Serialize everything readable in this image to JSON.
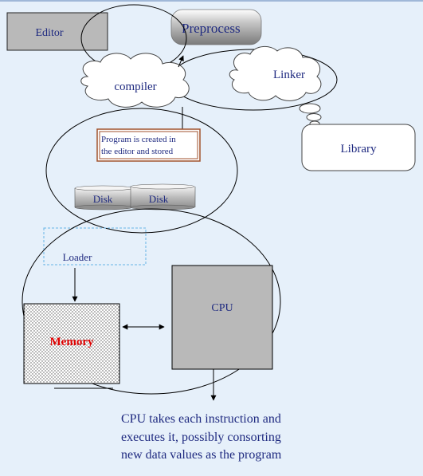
{
  "labels": {
    "editor": "Editor",
    "preprocessor": "Preprocess",
    "compiler": "compiler",
    "linker": "Linker",
    "library": "Library",
    "program_line1": "Program is created in",
    "program_line2": "the  editor  and  stored",
    "disk1": "Disk",
    "disk2": "Disk",
    "loader": "Loader",
    "memory": "Memory",
    "cpu": "CPU"
  },
  "caption": {
    "line1": "CPU takes each instruction and",
    "line2": "executes it, possibly consorting",
    "line3": "new data values as the program"
  },
  "colors": {
    "background": "#e6f0fa",
    "memory_text": "#e00000",
    "caption_text": "#1f2a80",
    "label_text": "#1f2a80",
    "box_gray": "#b9b9b9",
    "loader_border": "#66b3e6",
    "program_border": "#a0522d"
  }
}
